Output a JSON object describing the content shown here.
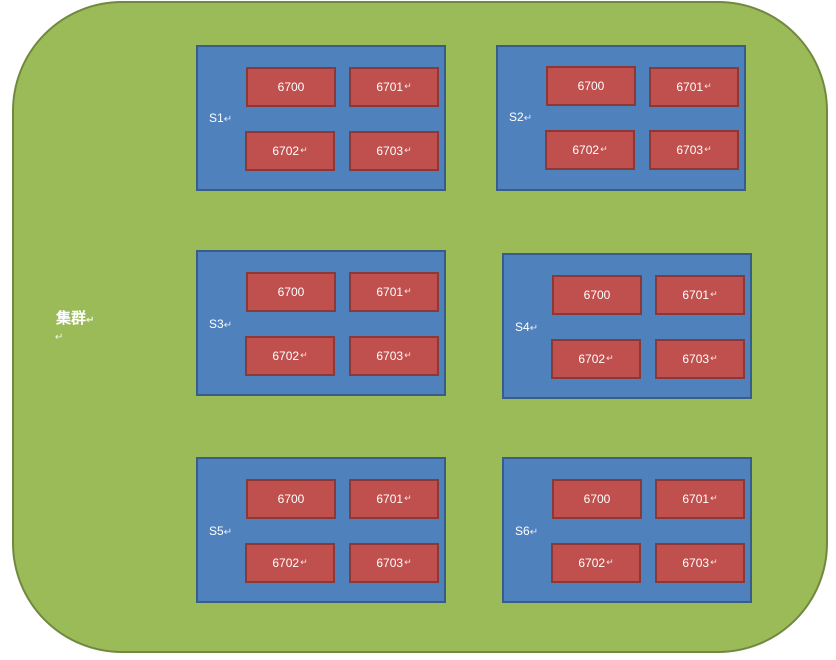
{
  "cluster": {
    "label": "集群",
    "para_mark": "↵"
  },
  "servers": [
    {
      "label": "S1",
      "ports": [
        "6700",
        "6701",
        "6702",
        "6703"
      ]
    },
    {
      "label": "S2",
      "ports": [
        "6700",
        "6701",
        "6702",
        "6703"
      ]
    },
    {
      "label": "S3",
      "ports": [
        "6700",
        "6701",
        "6702",
        "6703"
      ]
    },
    {
      "label": "S4",
      "ports": [
        "6700",
        "6701",
        "6702",
        "6703"
      ]
    },
    {
      "label": "S5",
      "ports": [
        "6700",
        "6701",
        "6702",
        "6703"
      ]
    },
    {
      "label": "S6",
      "ports": [
        "6700",
        "6701",
        "6702",
        "6703"
      ]
    }
  ],
  "colors": {
    "cluster_fill": "#9bbb59",
    "server_fill": "#4f81bd",
    "port_fill": "#c0504d"
  }
}
